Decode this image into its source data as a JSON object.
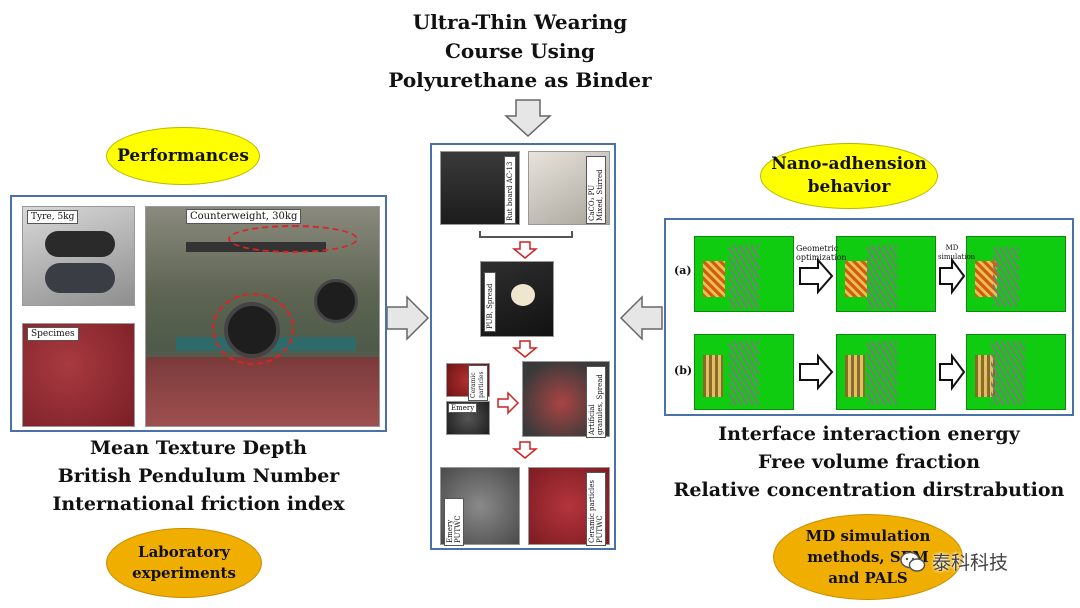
{
  "title_lines": [
    "Ultra-Thin Wearing",
    "Course Using",
    "Polyurethane as Binder"
  ],
  "left": {
    "bubble": "Performances",
    "labels": {
      "tyre": "Tyre, 5kg",
      "counterweight": "Counterweight,  30kg",
      "specimen": "Specimes"
    },
    "items": [
      "Mean Texture Depth",
      "British Pendulum Number",
      "International friction index"
    ],
    "bottom_bubble_lines": [
      "Laboratory",
      "experiments"
    ]
  },
  "center": {
    "labels": {
      "rut": "Rut board AC-13",
      "caco3": "CaCO₃ PU Mixed, Stirred",
      "pu_spread": "PUB, Spread",
      "ceramic": "Ceramic particles",
      "emery": "Emery",
      "artificial": "Artificial granules, Spread",
      "emery_pu": "Emery PUTWC",
      "ceramic_pu": "Ceramic particles PUTWC"
    }
  },
  "right": {
    "bubble_lines": [
      "Nano-adhension",
      "behavior"
    ],
    "row_labels": [
      "(a)",
      "(b)"
    ],
    "step_labels": [
      "Geometric optimization",
      "MD simulation"
    ],
    "items": [
      "Interface interaction energy",
      "Free volume fraction",
      "Relative concentration dirstrabution"
    ],
    "bottom_bubble_lines": [
      "MD simulation",
      "methods, SEM",
      "and PALS"
    ]
  },
  "watermark": "泰科科技",
  "colors": {
    "yellow": "#ffff00",
    "orange": "#f0ae00",
    "panel_border": "#4a72a8",
    "arrow_red": "#cc2222",
    "green": "#0fcc10"
  }
}
